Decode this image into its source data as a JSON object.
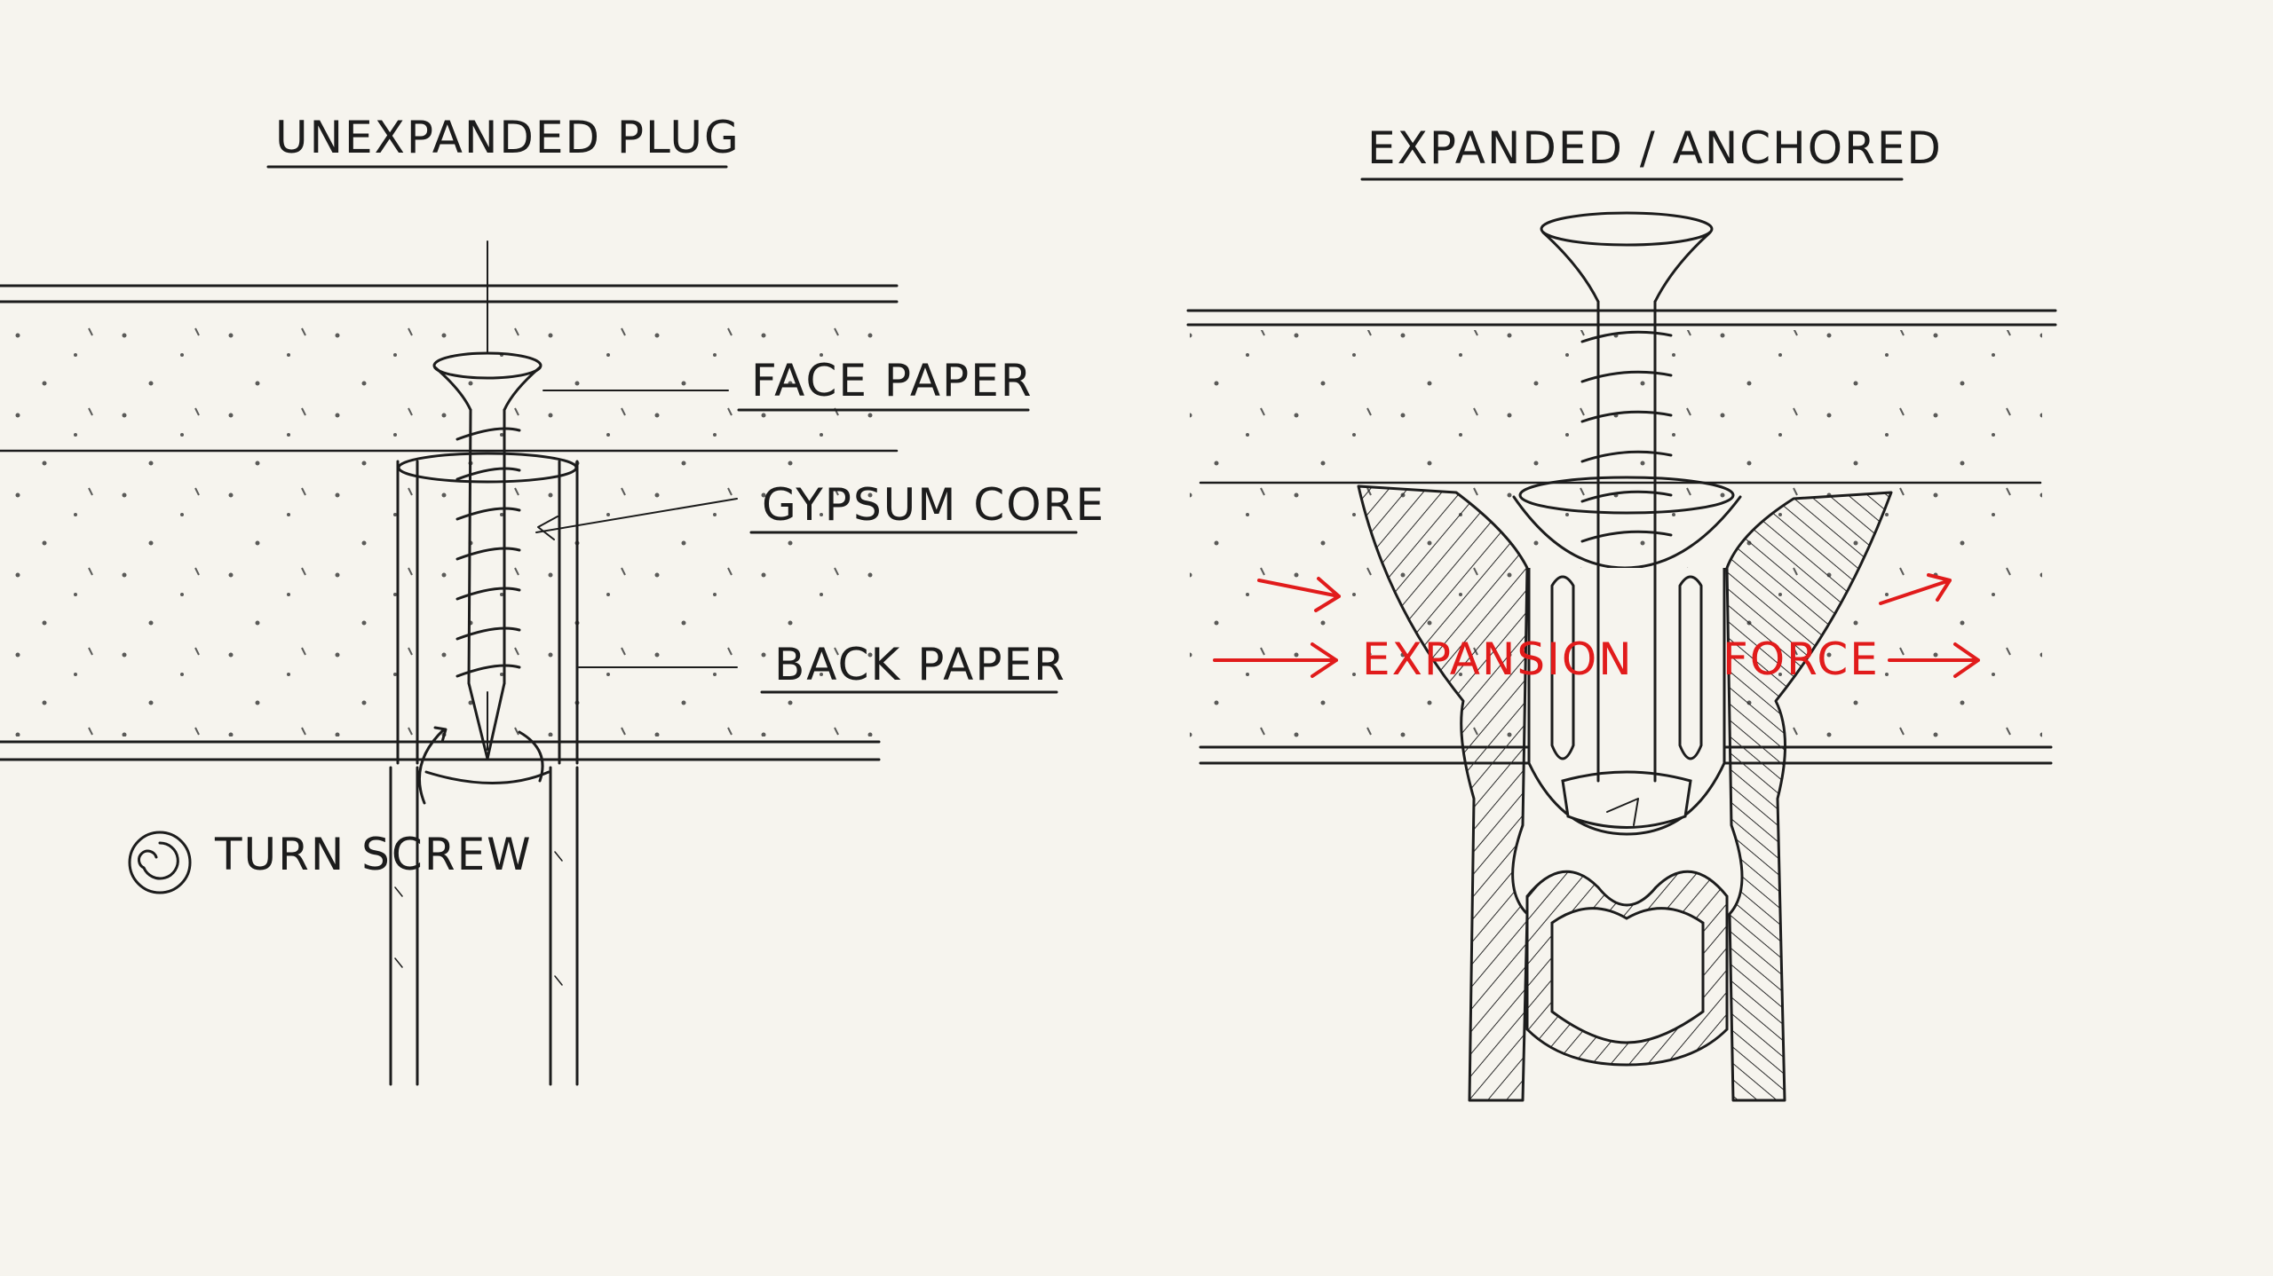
{
  "colors": {
    "paper": "#f6f4ee",
    "ink": "#1c1c1c",
    "force": "#e11b1b"
  },
  "panels": {
    "left": {
      "title": "UNEXPANDED PLUG",
      "labels": {
        "face_paper": "FACE PAPER",
        "gypsum_core": "GYPSUM CORE",
        "back_paper": "BACK PAPER"
      },
      "turn_screw": {
        "icon": "rotate-icon",
        "label": "TURN SCREW"
      }
    },
    "right": {
      "title": "EXPANDED / ANCHORED",
      "force_label_left": "EXPANSION",
      "force_label_right": "FORCE"
    }
  }
}
